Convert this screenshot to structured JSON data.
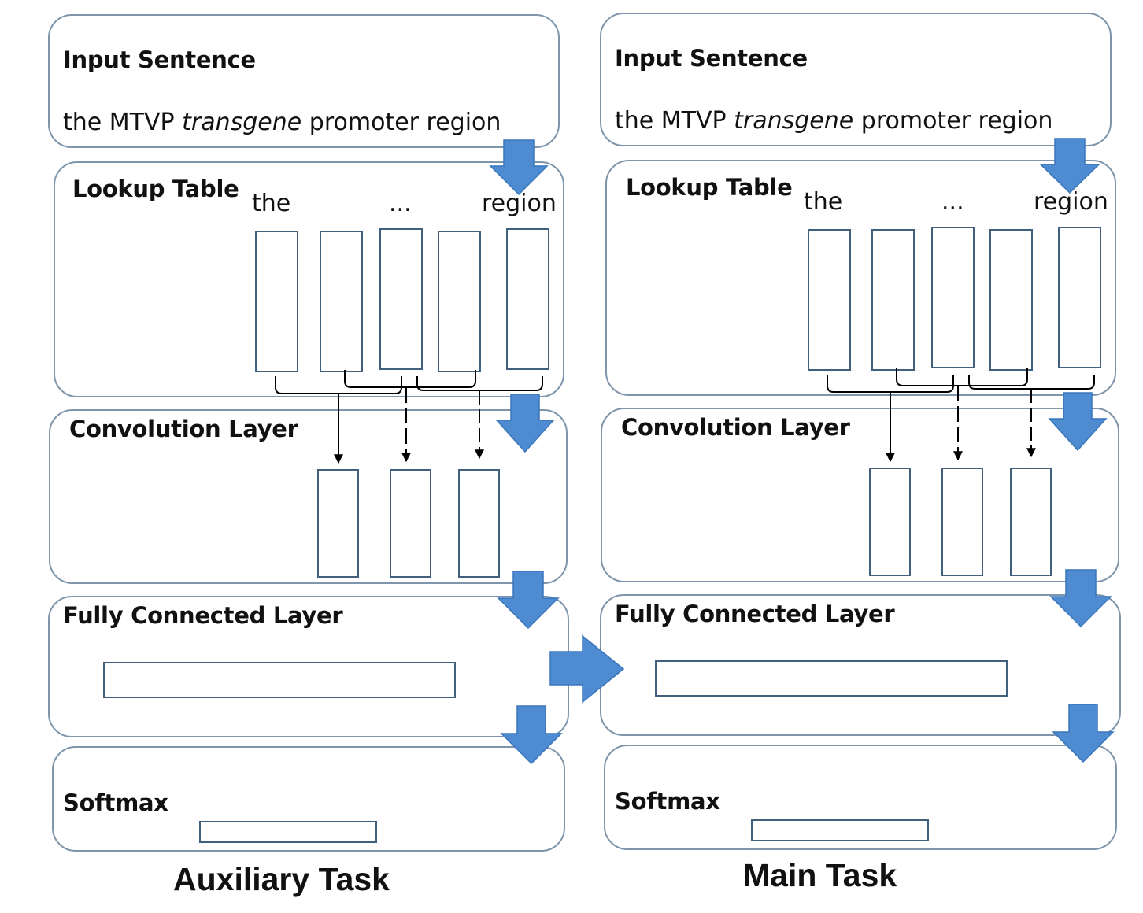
{
  "columns": [
    {
      "id": "auxiliary",
      "input": {
        "title": "Input Sentence",
        "sentence": {
          "pre": "the MTVP ",
          "italic": "transgene",
          "post": " promoter region"
        }
      },
      "lookup": {
        "title": "Lookup Table",
        "words": {
          "first": "the",
          "ellipsis": "...",
          "last": "region"
        }
      },
      "convolution": {
        "title": "Convolution Layer"
      },
      "fully_connected": {
        "title": "Fully Connected Layer"
      },
      "softmax": {
        "title": "Softmax"
      },
      "task_label": "Auxiliary Task"
    },
    {
      "id": "main",
      "input": {
        "title": "Input Sentence",
        "sentence": {
          "pre": "the MTVP ",
          "italic": "transgene",
          "post": " promoter region"
        }
      },
      "lookup": {
        "title": "Lookup Table",
        "words": {
          "first": "the",
          "ellipsis": "...",
          "last": "region"
        }
      },
      "convolution": {
        "title": "Convolution Layer"
      },
      "fully_connected": {
        "title": "Fully Connected Layer"
      },
      "softmax": {
        "title": "Softmax"
      },
      "task_label": "Main Task"
    }
  ],
  "colors": {
    "panel_border": "#7f95ab",
    "box_border": "#41607e",
    "flow_arrow": "#4f8bd0",
    "line": "#000000"
  }
}
